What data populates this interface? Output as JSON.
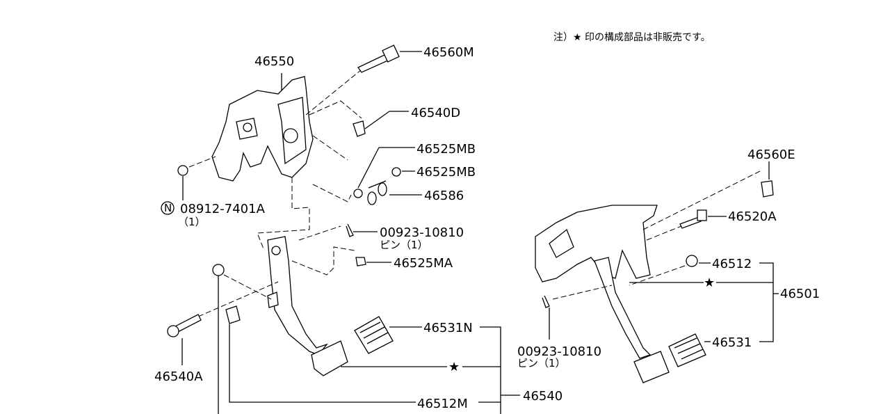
{
  "note": "注）★ 印の構成部品は非販売です。",
  "left_assembly": {
    "bracket": "46550",
    "bolt_top": "46560M",
    "bolt_d": "46540D",
    "bushing_1": "46525MB",
    "bushing_2": "46525MB",
    "spring": "46586",
    "nut": "08912-7401A",
    "nut_qty": "（1）",
    "nut_prefix": "N",
    "pin": "00923-10810",
    "pin_label": "ピン（1）",
    "clip": "46525MA",
    "bolt_a": "46540A",
    "pad": "46531N",
    "star": "★",
    "pedal_assy": "46540",
    "stopper": "46512M"
  },
  "right_assembly": {
    "bolt_e": "46560E",
    "bolt_a": "46520A",
    "stopper": "46512",
    "star": "★",
    "pedal_assy": "46501",
    "pin": "00923-10810",
    "pin_label": "ピン（1）",
    "pad": "46531"
  }
}
